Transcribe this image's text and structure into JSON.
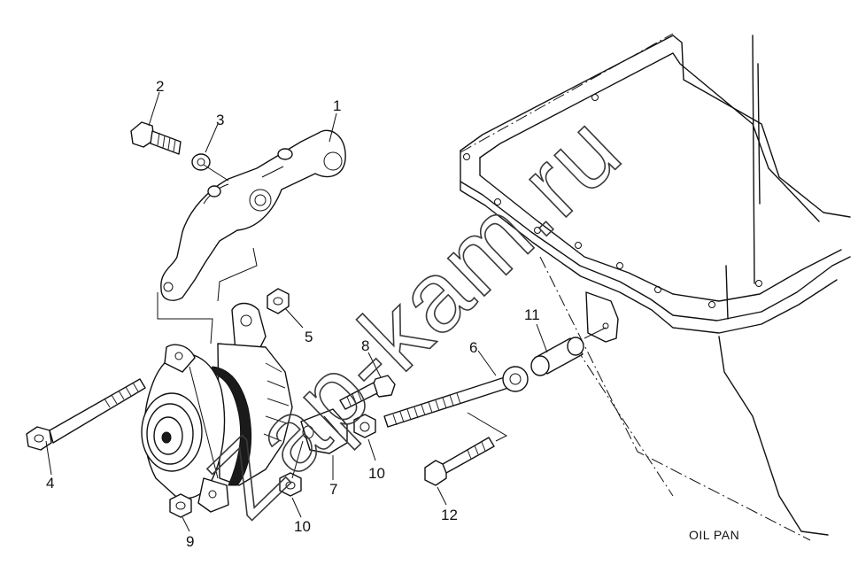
{
  "callouts": [
    {
      "id": "1",
      "text": "1"
    },
    {
      "id": "2",
      "text": "2"
    },
    {
      "id": "3",
      "text": "3"
    },
    {
      "id": "4",
      "text": "4"
    },
    {
      "id": "5",
      "text": "5"
    },
    {
      "id": "6",
      "text": "6"
    },
    {
      "id": "7",
      "text": "7"
    },
    {
      "id": "8",
      "text": "8"
    },
    {
      "id": "9",
      "text": "9"
    },
    {
      "id": "10a",
      "text": "10"
    },
    {
      "id": "10b",
      "text": "10"
    },
    {
      "id": "11",
      "text": "11"
    },
    {
      "id": "12",
      "text": "12"
    }
  ],
  "caption": "OIL PAN",
  "watermark": "Zap-kam.ru"
}
